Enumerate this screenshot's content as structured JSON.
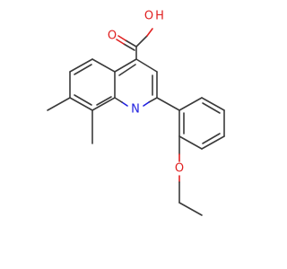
{
  "molecule": {
    "atoms": {
      "hydroxyl_o": "O",
      "hydroxyl_h": "H",
      "carbonyl_o": "O",
      "ring_n": "N",
      "ether_o": "O"
    },
    "colors": {
      "bond": "#3a3a3a",
      "oxygen": "#e02020",
      "nitrogen": "#2020e0",
      "background": "#ffffff"
    }
  }
}
